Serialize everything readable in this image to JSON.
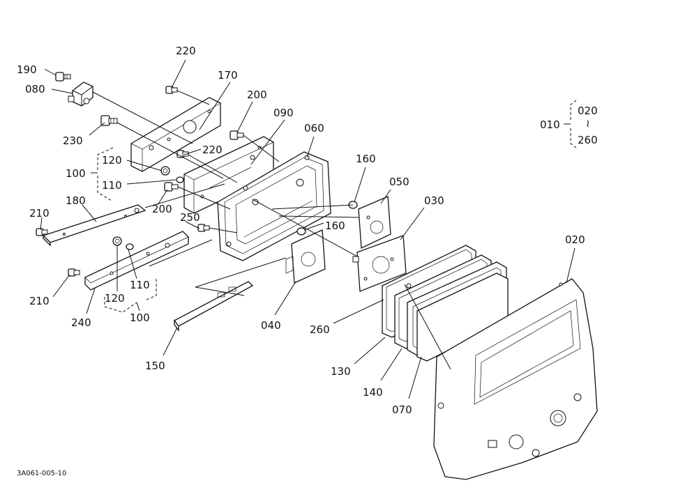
{
  "diagram": {
    "reference_code": "3A061-005-10",
    "assembly": {
      "label": "010",
      "range_start": "020",
      "range_sep": "≀",
      "range_end": "260"
    },
    "callouts": {
      "c190": "190",
      "c080": "080",
      "c230": "230",
      "c220a": "220",
      "c170": "170",
      "c200a": "200",
      "c090": "090",
      "c060": "060",
      "c220b": "220",
      "c120a": "120",
      "c100a": "100",
      "c110a": "110",
      "c200b": "200",
      "c250": "250",
      "c180": "180",
      "c210a": "210",
      "c210b": "210",
      "c160a": "160",
      "c160b": "160",
      "c050": "050",
      "c030": "030",
      "c020": "020",
      "c110b": "110",
      "c120b": "120",
      "c100b": "100",
      "c240": "240",
      "c150": "150",
      "c040": "040",
      "c260": "260",
      "c130": "130",
      "c140": "140",
      "c070": "070"
    }
  }
}
